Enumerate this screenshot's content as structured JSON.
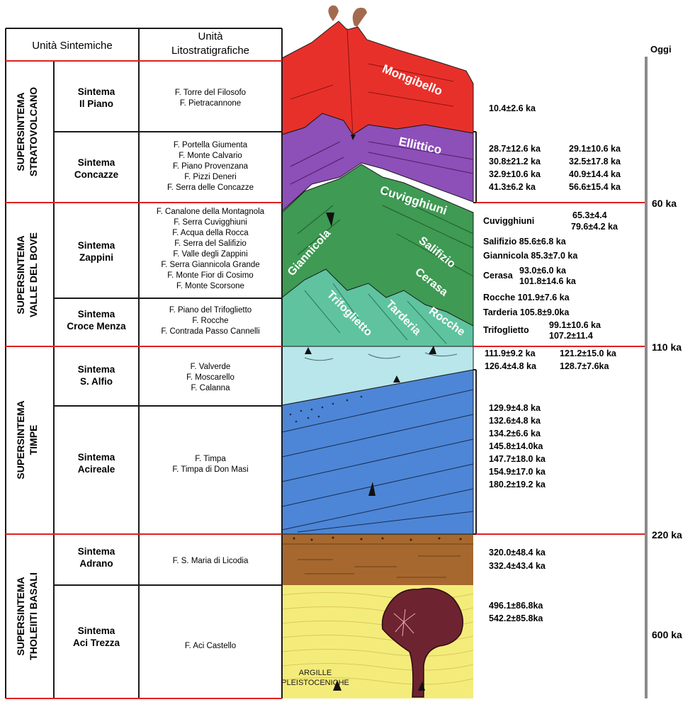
{
  "headers": {
    "unita_sintemiche": "Unità Sintemiche",
    "unita_lito_line1": "Unità",
    "unita_lito_line2": "Litostratigrafiche"
  },
  "supersintemi": [
    {
      "line1": "SUPERSINTEMA",
      "line2": "STRATOVOLCANO"
    },
    {
      "line1": "SUPERSINTEMA",
      "line2": "VALLE DEL BOVE"
    },
    {
      "line1": "SUPERSINTEMA",
      "line2": "TIMPE"
    },
    {
      "line1": "SUPERSINTEMA",
      "line2": "THOLEIITI BASALI"
    }
  ],
  "sintemi": [
    {
      "line1": "Sintema",
      "line2": "Il Piano"
    },
    {
      "line1": "Sintema",
      "line2": "Concazze"
    },
    {
      "line1": "Sintema",
      "line2": "Zappini"
    },
    {
      "line1": "Sintema",
      "line2": "Croce Menza"
    },
    {
      "line1": "Sintema",
      "line2": "S. Alfio"
    },
    {
      "line1": "Sintema",
      "line2": "Acireale"
    },
    {
      "line1": "Sintema",
      "line2": "Adrano"
    },
    {
      "line1": "Sintema",
      "line2": "Aci Trezza"
    }
  ],
  "formazioni": [
    [
      "F. Torre del Filosofo",
      "F. Pietracannone"
    ],
    [
      "F. Portella Giumenta",
      "F. Monte Calvario",
      "F. Piano Provenzana",
      "F. Pizzi Deneri",
      "F. Serra delle Concazze"
    ],
    [
      "F. Canalone della Montagnola",
      "F. Serra Cuvigghiuni",
      "F. Acqua della Rocca",
      "F. Serra del Salifizio",
      "F. Valle degli Zappini",
      "F. Serra Giannicola Grande",
      "F. Monte Fior di Cosimo",
      "F. Monte Scorsone"
    ],
    [
      "F. Piano del Trifoglietto",
      "F. Rocche",
      "F. Contrada Passo Cannelli"
    ],
    [
      "F. Valverde",
      "F. Moscarello",
      "F. Calanna"
    ],
    [
      "F. Timpa",
      "F. Timpa di Don Masi"
    ],
    [
      "F. S. Maria di Licodia"
    ],
    [
      "F. Aci Castello"
    ]
  ],
  "volcano_labels": {
    "mongibello": "Mongibello",
    "ellittico": "Ellittico",
    "cuvigghiuni": "Cuvigghiuni",
    "giannicola": "Giannicola",
    "salifizio": "Salifizio",
    "cerasa": "Cerasa",
    "trifoglietto": "Trifoglietto",
    "tarderia": "Tarderia",
    "rocche": "Rocche",
    "argille_1": "ARGILLE",
    "argille_2": "PLEISTOCENICHE"
  },
  "ages": {
    "il_piano": [
      "10.4±2.6 ka"
    ],
    "concazze": [
      [
        "28.7±12.6 ka",
        "29.1±10.6 ka"
      ],
      [
        "30.8±21.2 ka",
        "32.5±17.8 ka"
      ],
      [
        "32.9±10.6 ka",
        "40.9±14.4 ka"
      ],
      [
        "41.3±6.2 ka",
        "56.6±15.4 ka"
      ]
    ],
    "valle": {
      "cuvigghiuni_name": "Cuvigghiuni",
      "cuvigghiuni_1": "65.3±4.4",
      "cuvigghiuni_2": "79.6±4.2 ka",
      "salifizio": "Salifizio 85.6±6.8 ka",
      "giannicola": "Giannicola 85.3±7.0 ka",
      "cerasa_name": "Cerasa",
      "cerasa_1": "93.0±6.0 ka",
      "cerasa_2": "101.8±14.6 ka",
      "rocche": "Rocche 101.9±7.6 ka",
      "tarderia": "Tarderia 105.8±9.0ka",
      "trifoglietto_name": "Trifoglietto",
      "trifoglietto_1": "99.1±10.6 ka",
      "trifoglietto_2": "107.2±11.4"
    },
    "s_alfio": [
      [
        "111.9±9.2 ka",
        "121.2±15.0 ka"
      ],
      [
        "126.4±4.8 ka",
        "128.7±7.6ka"
      ]
    ],
    "acireale": [
      "129.9±4.8 ka",
      "132.6±4.8 ka",
      "134.2±6.6 ka",
      "145.8±14.0ka",
      "147.7±18.0 ka",
      "154.9±17.0 ka",
      "180.2±19.2 ka"
    ],
    "adrano": [
      "320.0±48.4 ka",
      "332.4±43.4 ka"
    ],
    "aci_trezza": [
      "496.1±86.8ka",
      "542.2±85.8ka"
    ]
  },
  "time_axis": {
    "oggi": "Oggi",
    "t60": "60 ka",
    "t110": "110 ka",
    "t220": "220 ka",
    "t600": "600 ka"
  },
  "colors": {
    "mongibello": "#e8302a",
    "ellittico": "#8d4fb8",
    "cuvigghiuni": "#3f9a53",
    "trifoglietto": "#5fc3a0",
    "s_alfio": "#b8e6ea",
    "acireale": "#4d86d6",
    "adrano": "#a6682f",
    "aci_trezza": "#f4ec7a",
    "dyke": "#6e2330",
    "boundary": "#e02020",
    "timebar": "#8a8a8a"
  }
}
